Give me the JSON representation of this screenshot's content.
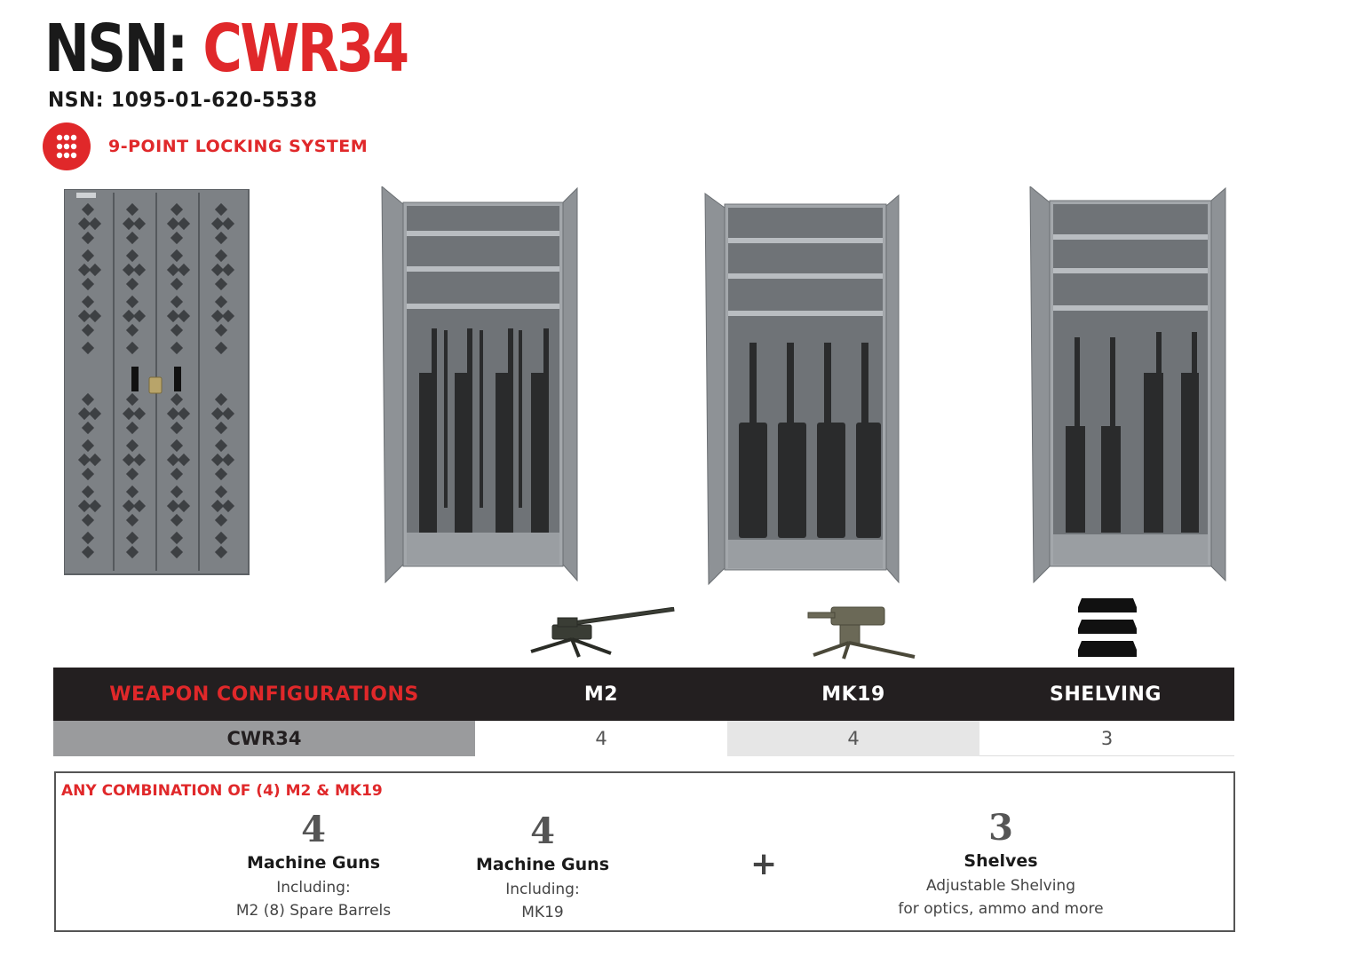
{
  "header": {
    "title_prefix": "NSN: ",
    "title_code": "CWR34",
    "nsn_line": "NSN: 1095-01-620-5538",
    "lock_label": "9-POINT LOCKING SYSTEM"
  },
  "icons": {
    "lock": "nine-dot-lock-icon",
    "m2": "m2-machine-gun-icon",
    "mk19": "mk19-grenade-launcher-icon",
    "shelving": "shelving-stack-icon"
  },
  "colors": {
    "accent": "#e0282a",
    "dark": "#231f20",
    "cabinet": "#8a8d91"
  },
  "config_table": {
    "headers": [
      "WEAPON CONFIGURATIONS",
      "M2",
      "MK19",
      "SHELVING"
    ],
    "row": [
      "CWR34",
      "4",
      "4",
      "3"
    ]
  },
  "combination": {
    "title": "ANY COMBINATION OF (4) M2 & MK19",
    "plus": "+",
    "items": [
      {
        "count": "4",
        "name": "Machine Guns",
        "line1": "Including:",
        "line2": "M2 (8) Spare Barrels"
      },
      {
        "count": "4",
        "name": "Machine Guns",
        "line1": "Including:",
        "line2": "MK19"
      },
      {
        "count": "3",
        "name": "Shelves",
        "line1": "Adjustable Shelving",
        "line2": "for optics, ammo and more"
      }
    ]
  }
}
